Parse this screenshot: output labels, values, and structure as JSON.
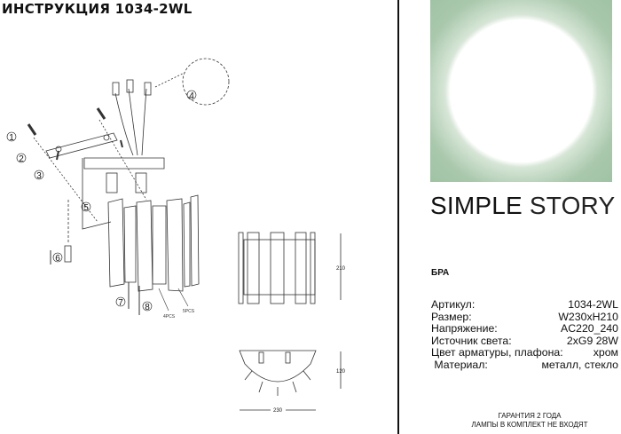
{
  "header": {
    "title": "ИНСТРУКЦИЯ 1034-2WL"
  },
  "brand": {
    "name_part1": "SIMPLE",
    "name_part2": "STORY",
    "panel_color": "#a3c6a7"
  },
  "product": {
    "type": "БРА"
  },
  "specs": [
    {
      "label": "Артикул:",
      "value": "1034-2WL"
    },
    {
      "label": "Размер:",
      "value": "W230xH210"
    },
    {
      "label": "Напряжение:",
      "value": "AC220_240"
    },
    {
      "label": "Источник света:",
      "value": "2xG9 28W"
    },
    {
      "label": "Цвет арматуры, плафона:",
      "value": "хром"
    },
    {
      "label": " Материал:",
      "value": "металл, стекло"
    }
  ],
  "footer": {
    "line1": "ГАРАНТИЯ 2 ГОДА",
    "line2": "ЛАМПЫ В КОМПЛЕКТ НЕ ВХОДЯТ"
  },
  "diagram": {
    "steps": [
      "1",
      "2",
      "3",
      "4",
      "5",
      "6",
      "7",
      "8"
    ],
    "labels": {
      "pcs4": "4PCS",
      "pcs5": "5PCS"
    },
    "dimensions": {
      "height": "210",
      "depth": "120",
      "width": "230"
    }
  }
}
